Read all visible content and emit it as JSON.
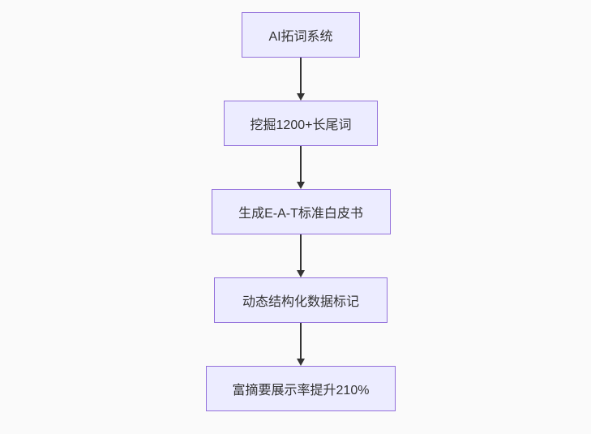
{
  "diagram": {
    "type": "flowchart",
    "direction": "top-down",
    "nodes": [
      {
        "label": "AI拓词系统"
      },
      {
        "label": "挖掘1200+长尾词"
      },
      {
        "label": "生成E-A-T标准白皮书"
      },
      {
        "label": "动态结构化数据标记"
      },
      {
        "label": "富摘要展示率提升210%"
      }
    ],
    "edges": [
      {
        "from": 0,
        "to": 1,
        "style": "arrow-down"
      },
      {
        "from": 1,
        "to": 2,
        "style": "arrow-down"
      },
      {
        "from": 2,
        "to": 3,
        "style": "arrow-down"
      },
      {
        "from": 3,
        "to": 4,
        "style": "arrow-down"
      }
    ]
  },
  "colors": {
    "background": "#FAFAFA",
    "node_fill": "#ECECFF",
    "node_border": "#9370DB",
    "node_text": "#333333",
    "arrow": "#333333"
  }
}
